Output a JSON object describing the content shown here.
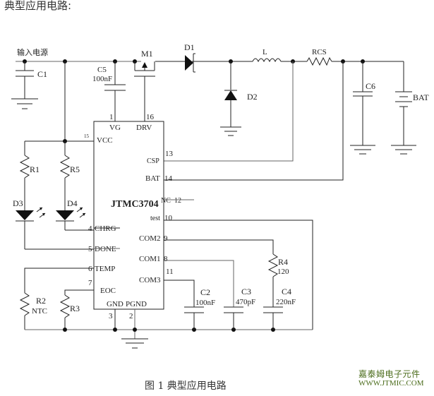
{
  "heading": "典型应用电路:",
  "caption": "图  1  典型应用电路",
  "watermark": {
    "cn": "嘉泰姆电子元件",
    "en": "WWW.JTMIC.COM"
  },
  "chip": {
    "name": "JTMC3704",
    "pins": {
      "vg": {
        "num": "1",
        "label": "VG"
      },
      "drv": {
        "num": "16",
        "label": "DRV"
      },
      "vcc": {
        "num": "15",
        "label": "VCC"
      },
      "csp": {
        "num": "13",
        "label": "CSP"
      },
      "bat": {
        "num": "14",
        "label": "BAT"
      },
      "nc": {
        "num": "12",
        "label": "NC"
      },
      "test": {
        "num": "10",
        "label": "test"
      },
      "com2": {
        "num": "9",
        "label": "COM2"
      },
      "com1": {
        "num": "8",
        "label": "COM1"
      },
      "com3": {
        "num": "11",
        "label": "COM3"
      },
      "chrg": {
        "num": "4",
        "label": "CHRG"
      },
      "done": {
        "num": "5",
        "label": "DONE"
      },
      "temp": {
        "num": "6",
        "label": "TEMP"
      },
      "eoc": {
        "num": "7",
        "label": "EOC"
      },
      "gnd": {
        "num": "3",
        "label": "GND"
      },
      "pgnd": {
        "num": "2",
        "label": "PGND"
      }
    }
  },
  "components": {
    "input": "输入电源",
    "c1": "C1",
    "c5": {
      "name": "C5",
      "value": "100nF"
    },
    "m1": "M1",
    "d1": "D1",
    "l": "L",
    "rcs": "RCS",
    "d2": "D2",
    "c6": "C6",
    "bat": "BAT",
    "r1": "R1",
    "r5": "R5",
    "d3": "D3",
    "d4": "D4",
    "r2": {
      "name": "R2",
      "value": "NTC"
    },
    "r3": "R3",
    "r4": {
      "name": "R4",
      "value": "120"
    },
    "c2": {
      "name": "C2",
      "value": "100nF"
    },
    "c3": {
      "name": "C3",
      "value": "470pF"
    },
    "c4": {
      "name": "C4",
      "value": "220nF"
    }
  }
}
